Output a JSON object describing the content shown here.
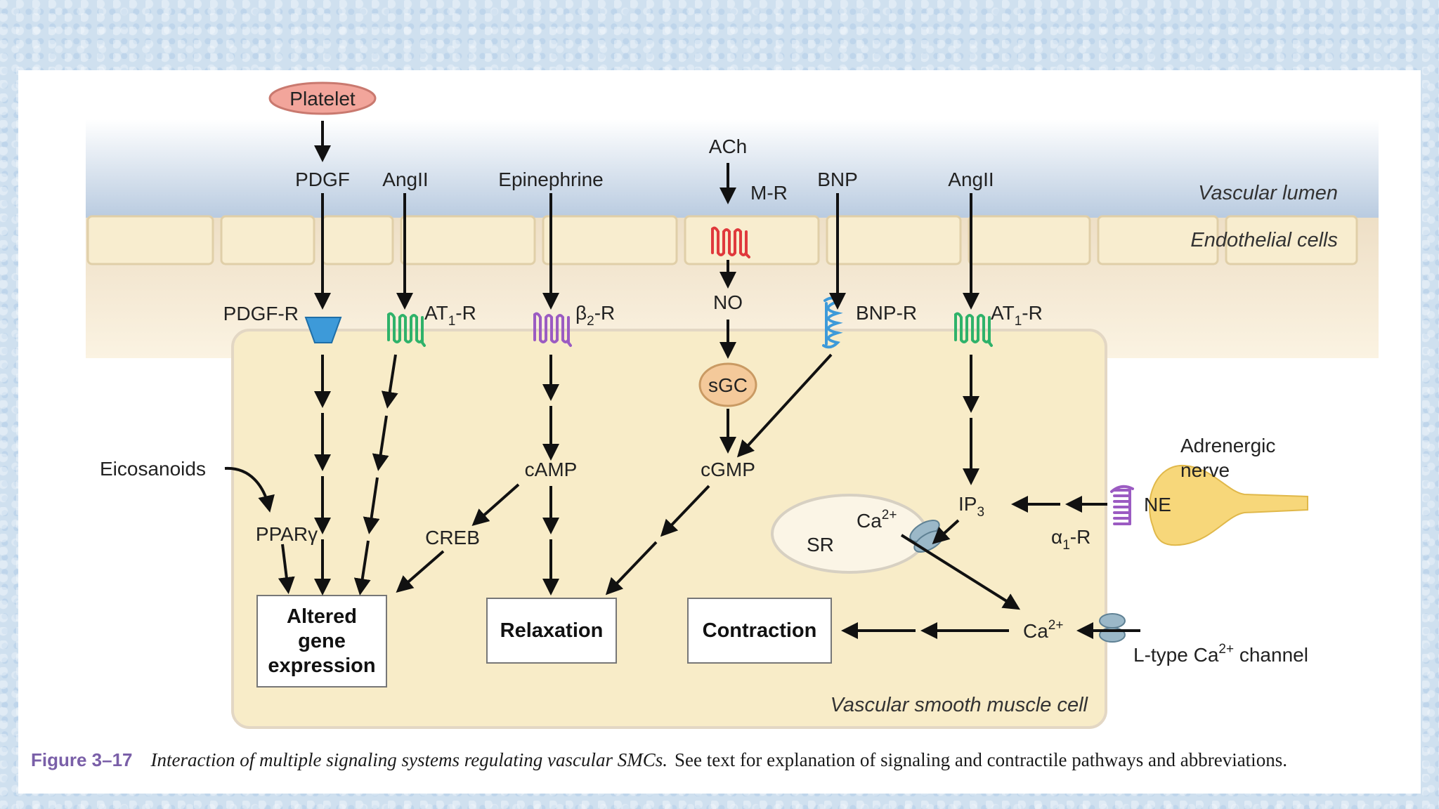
{
  "labels": {
    "platelet": "Platelet",
    "pdgf": "PDGF",
    "angii_left": "AngII",
    "epinephrine": "Epinephrine",
    "ach": "ACh",
    "mr": "M-R",
    "bnp": "BNP",
    "angii_right": "AngII",
    "vascular_lumen": "Vascular lumen",
    "endothelial_cells": "Endothelial cells",
    "pdgf_r": "PDGF-R",
    "at1r_left": "AT",
    "at1r_left_sub": "1",
    "at1r_left_suffix": "-R",
    "b2r": "β",
    "b2r_sub": "2",
    "b2r_suffix": "-R",
    "no": "NO",
    "bnp_r": "BNP-R",
    "at1r_right": "AT",
    "at1r_right_sub": "1",
    "at1r_right_suffix": "-R",
    "sgc": "sGC",
    "eicosanoids": "Eicosanoids",
    "ppar": "PPARγ",
    "camp": "cAMP",
    "cgmp": "cGMP",
    "creb": "CREB",
    "adrenergic_nerve_1": "Adrenergic",
    "adrenergic_nerve_2": "nerve",
    "ne": "NE",
    "ip3": "IP",
    "ip3_sub": "3",
    "a1r": "α",
    "a1r_sub": "1",
    "a1r_suffix": "-R",
    "sr": "SR",
    "ca_sr": "Ca",
    "ca_sr_sup": "2+",
    "ca_cyto": "Ca",
    "ca_cyto_sup": "2+",
    "ltype": "L-type Ca",
    "ltype_sup": "2+",
    "ltype_suffix": " channel",
    "gene_1": "Altered",
    "gene_2": "gene",
    "gene_3": "expression",
    "relaxation": "Relaxation",
    "contraction": "Contraction",
    "vsmc": "Vascular smooth muscle cell"
  },
  "caption": {
    "figure": "Figure 3–17",
    "title": "Interaction of multiple signaling systems regulating vascular SMCs.",
    "text": "See text for explanation of signaling and contractile pathways and abbreviations."
  },
  "colors": {
    "platelet": "#f2a59b",
    "receptor_green": "#2fb26a",
    "receptor_purple": "#9b5bc2",
    "receptor_red": "#e0393c",
    "receptor_blue": "#3d9ad9",
    "nerve": "#f7d77a",
    "sgc": "#f4c99a",
    "cell": "#f8ecc8"
  }
}
